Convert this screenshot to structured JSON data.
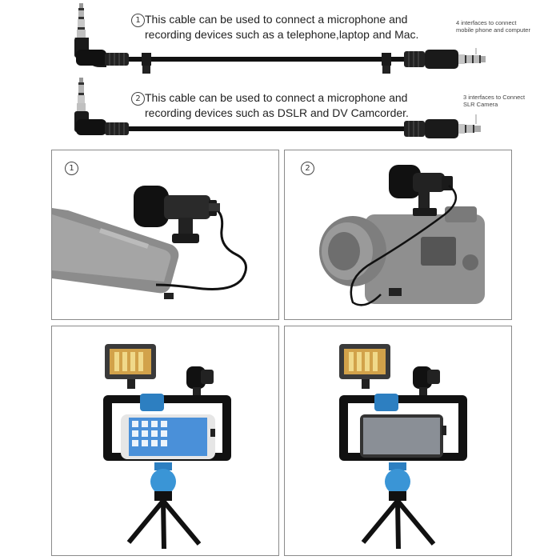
{
  "cable1": {
    "number": "1",
    "line1": "This cable can be used to connect a microphone and",
    "line2": "recording devices such as a telephone,laptop and Mac.",
    "note_line1": "4 interfaces to connect",
    "note_line2": "mobile phone and computer"
  },
  "cable2": {
    "number": "2",
    "line1": "This cable can be used to connect a microphone and",
    "line2": "recording devices such as DSLR and DV Camcorder.",
    "note_line1": "3 interfaces to Connect",
    "note_line2": "SLR Camera"
  },
  "panels": {
    "phone_setup_number": "1",
    "camera_setup_number": "2"
  }
}
